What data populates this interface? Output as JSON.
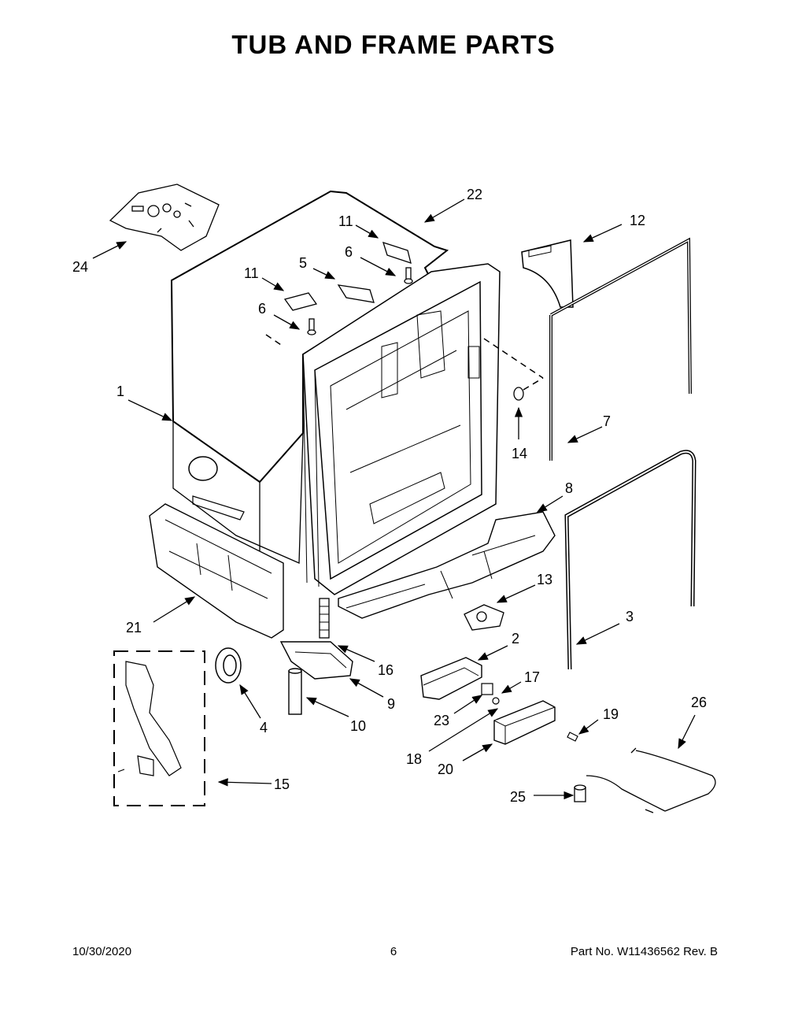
{
  "page": {
    "title": "TUB AND FRAME PARTS",
    "footer": {
      "date": "10/30/2020",
      "page_number": "6",
      "part_label": "Part No.",
      "part_number": "W11436562",
      "revision": "Rev. B"
    }
  },
  "callouts": [
    {
      "id": "c1",
      "label": "1"
    },
    {
      "id": "c2",
      "label": "2"
    },
    {
      "id": "c3",
      "label": "3"
    },
    {
      "id": "c4",
      "label": "4"
    },
    {
      "id": "c5",
      "label": "5"
    },
    {
      "id": "c6a",
      "label": "6"
    },
    {
      "id": "c6b",
      "label": "6"
    },
    {
      "id": "c7",
      "label": "7"
    },
    {
      "id": "c8",
      "label": "8"
    },
    {
      "id": "c9",
      "label": "9"
    },
    {
      "id": "c10",
      "label": "10"
    },
    {
      "id": "c11a",
      "label": "11"
    },
    {
      "id": "c11b",
      "label": "11"
    },
    {
      "id": "c12",
      "label": "12"
    },
    {
      "id": "c13",
      "label": "13"
    },
    {
      "id": "c14",
      "label": "14"
    },
    {
      "id": "c15",
      "label": "15"
    },
    {
      "id": "c16",
      "label": "16"
    },
    {
      "id": "c17",
      "label": "17"
    },
    {
      "id": "c18",
      "label": "18"
    },
    {
      "id": "c19",
      "label": "19"
    },
    {
      "id": "c20",
      "label": "20"
    },
    {
      "id": "c21",
      "label": "21"
    },
    {
      "id": "c22",
      "label": "22"
    },
    {
      "id": "c23",
      "label": "23"
    },
    {
      "id": "c24",
      "label": "24"
    },
    {
      "id": "c25",
      "label": "25"
    },
    {
      "id": "c26",
      "label": "26"
    }
  ]
}
